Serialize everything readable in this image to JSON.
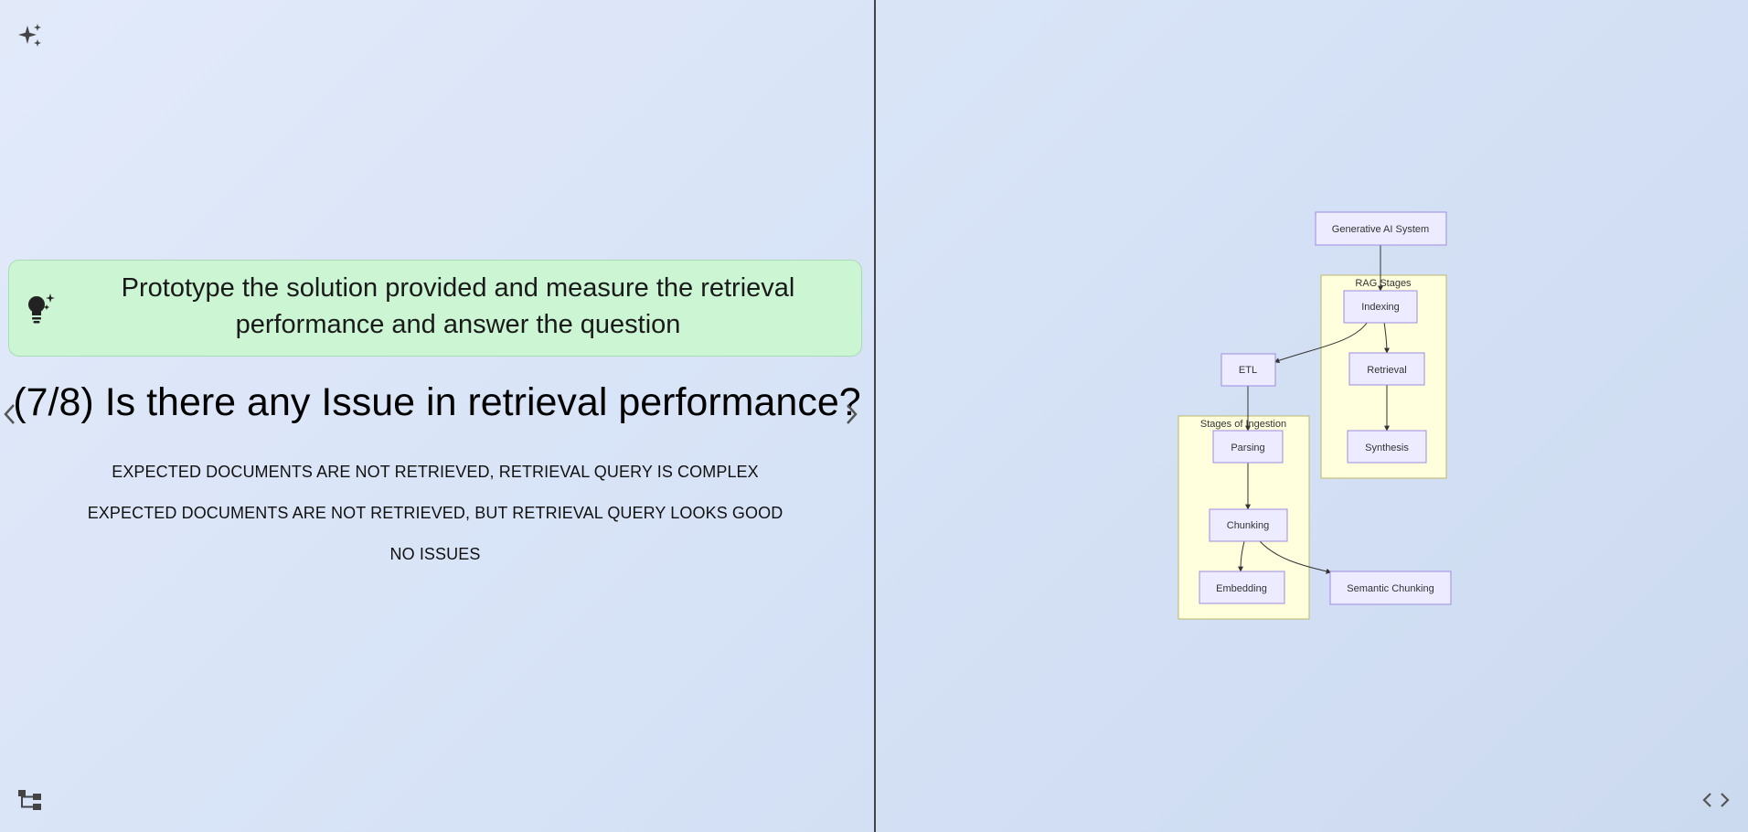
{
  "hint": {
    "text": "Prototype the solution provided and measure the retrieval performance and answer the question"
  },
  "question": {
    "text": "(7/8) Is there any Issue in retrieval performance?"
  },
  "options": [
    "EXPECTED DOCUMENTS ARE NOT RETRIEVED, RETRIEVAL QUERY IS COMPLEX",
    "EXPECTED DOCUMENTS ARE NOT RETRIEVED, BUT RETRIEVAL QUERY LOOKS GOOD",
    "NO ISSUES"
  ],
  "icons": {
    "top_left": "sparkles-icon",
    "hint": "lightbulb-sparkle-icon",
    "prev": "chevron-left-icon",
    "next": "chevron-right-icon",
    "bottom_left": "tree-structure-icon",
    "bottom_right": "code-brackets-icon"
  },
  "colors": {
    "hint_bg": "#ccf5d4",
    "node_fill": "#ecebff",
    "node_stroke": "#9d8ee0",
    "cluster_fill": "#ffffde"
  },
  "diagram": {
    "clusters": {
      "rag": "RAG Stages",
      "ingestion": "Stages of Ingestion"
    },
    "nodes": {
      "gen_ai": "Generative AI System",
      "indexing": "Indexing",
      "retrieval": "Retrieval",
      "synthesis": "Synthesis",
      "etl": "ETL",
      "parsing": "Parsing",
      "chunking": "Chunking",
      "embedding": "Embedding",
      "semantic_chunking": "Semantic Chunking"
    }
  }
}
